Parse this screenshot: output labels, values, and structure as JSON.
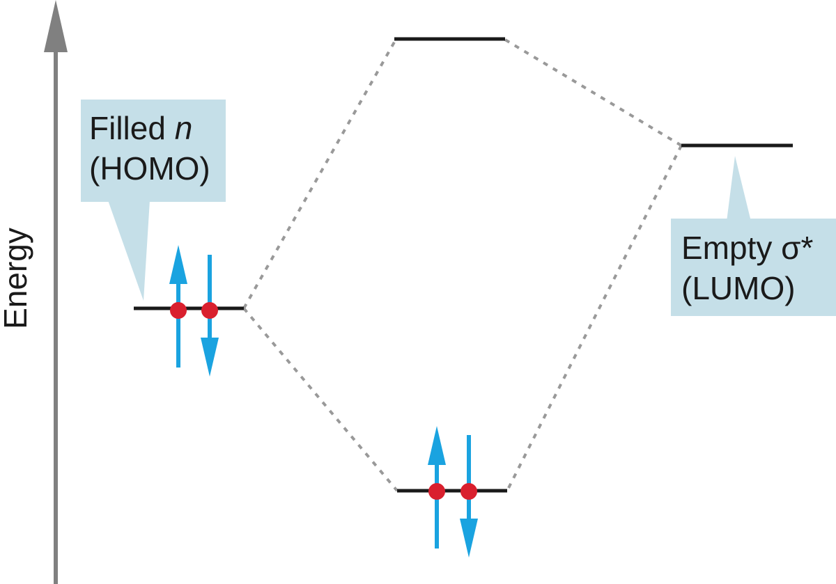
{
  "axis": {
    "label": "Energy",
    "color": "#808080"
  },
  "callouts": {
    "homo": {
      "line1_prefix": "Filled ",
      "line1_symbol": "n",
      "line2": "(HOMO)"
    },
    "lumo": {
      "line1": "Empty σ*",
      "line2": "(LUMO)"
    }
  },
  "colors": {
    "callout_fill": "#c5dfe8",
    "level_line": "#1a1a1a",
    "dashed_connector": "#999999",
    "electron_arrow": "#1aa3e0",
    "electron_dot": "#d9202e"
  },
  "levels": {
    "homo": {
      "electrons": 2
    },
    "bonding": {
      "electrons": 2
    },
    "antibonding": {
      "electrons": 0
    },
    "lumo": {
      "electrons": 0
    }
  }
}
